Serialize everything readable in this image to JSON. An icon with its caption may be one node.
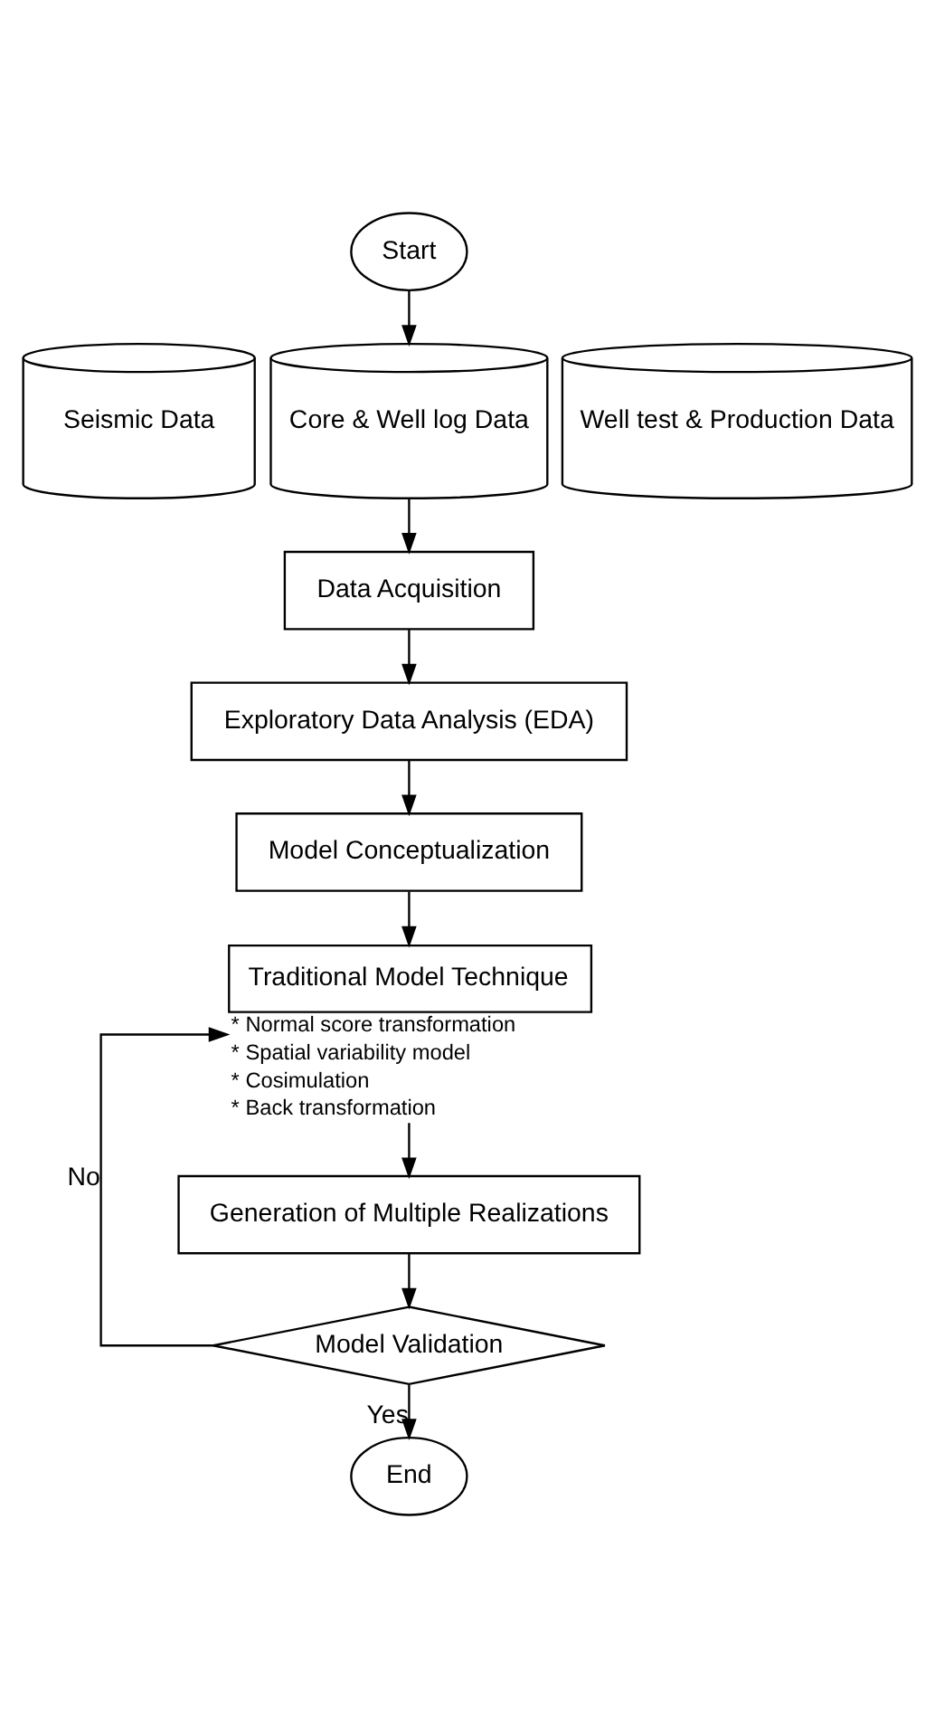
{
  "diagram": {
    "nodes": [
      {
        "text": [
          "Start"
        ]
      },
      {
        "text": [
          "Seismic Data"
        ]
      },
      {
        "text": [
          "Core & Well log Data"
        ]
      },
      {
        "text": [
          "Well test & Production Data"
        ]
      },
      {
        "text": [
          "Data Acquisition"
        ]
      },
      {
        "text": [
          "Exploratory Data Analysis (EDA)"
        ]
      },
      {
        "text": [
          "Model Conceptualization"
        ]
      },
      {
        "text": [
          "Traditional Model Technique"
        ],
        "beside": [
          "* Normal score transformation",
          "* Spatial variability model",
          "* Cosimulation",
          "* Back transformation"
        ]
      },
      {
        "text": [
          "Generation of Multiple Realizations"
        ]
      },
      {
        "text": [
          "Model Validation"
        ]
      },
      {
        "text": [
          "End"
        ]
      }
    ],
    "edges": [
      {
        "from": 0,
        "to": 2,
        "arrow": "to"
      },
      {
        "from": 2,
        "to": 4,
        "arrow": "to"
      },
      {
        "from": 4,
        "to": 5,
        "arrow": "to"
      },
      {
        "from": 5,
        "to": 6,
        "arrow": "to"
      },
      {
        "from": 6,
        "to": 7,
        "arrow": "to"
      },
      {
        "from": 7,
        "to": 8,
        "arrow": "to"
      },
      {
        "from": 8,
        "to": 9,
        "arrow": "to"
      },
      {
        "from": 9,
        "to": 7,
        "arrow": "to",
        "label": "No"
      },
      {
        "from": 9,
        "to": 10,
        "arrow": "to",
        "label": "Yes"
      }
    ]
  }
}
